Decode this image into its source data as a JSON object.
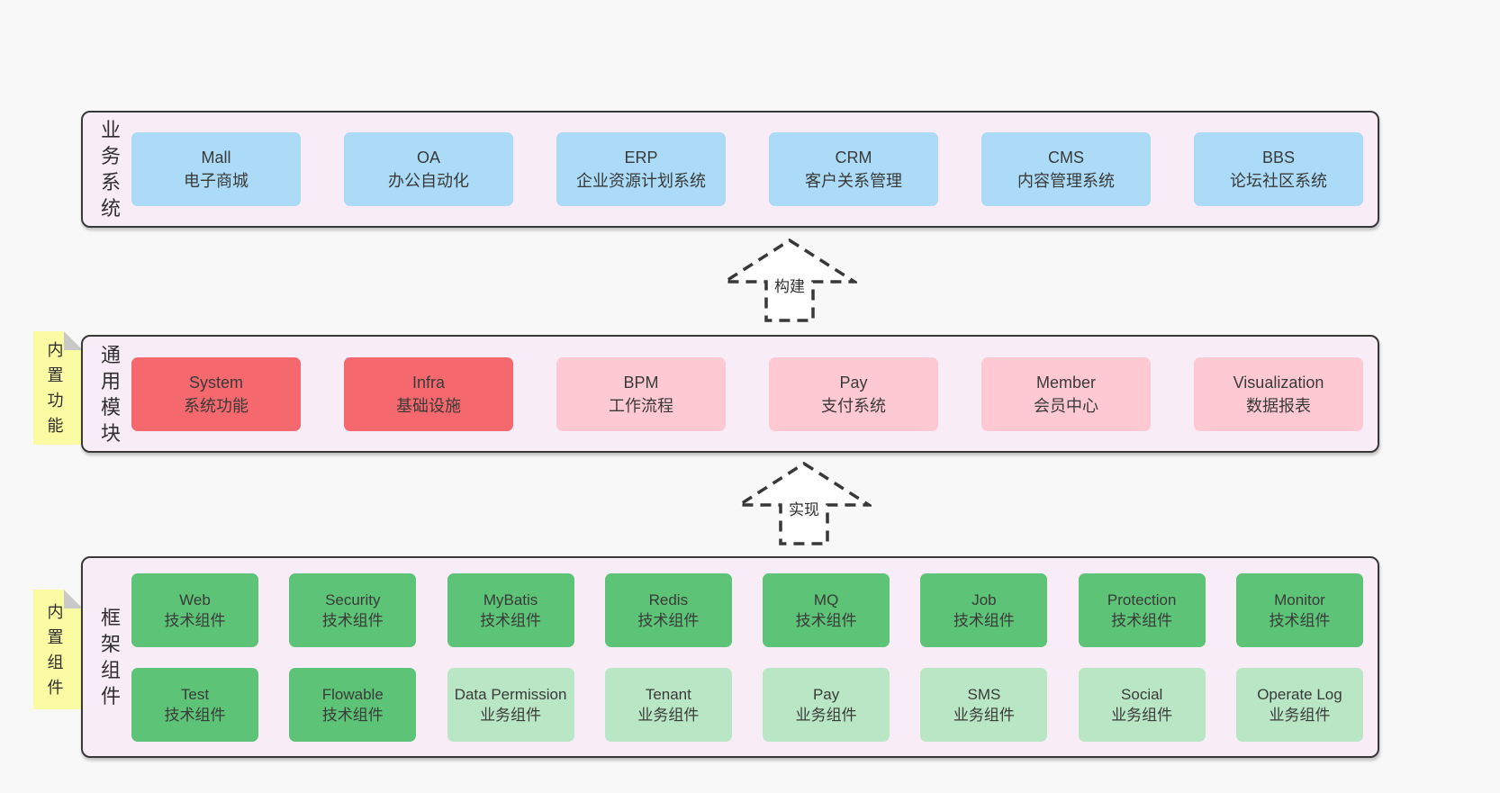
{
  "colors": {
    "bg": "#f8f8f8",
    "panel": "#f8ecf6",
    "line": "#383838",
    "text": "#3a3a3a",
    "blue": "#abdbf7",
    "red": "#f5696e",
    "pink": "#fec9d3",
    "green1": "#5cc377",
    "green2": "#b9e6c4",
    "yellow": "#fbfba3",
    "fold": "#c9c9c9"
  },
  "arrows": [
    {
      "label": "构建"
    },
    {
      "label": "实现"
    }
  ],
  "sections": [
    {
      "label": "业务系统",
      "boxes": [
        {
          "en": "Mall",
          "zh": "电子商城"
        },
        {
          "en": "OA",
          "zh": "办公自动化"
        },
        {
          "en": "ERP",
          "zh": "企业资源计划系统"
        },
        {
          "en": "CRM",
          "zh": "客户关系管理"
        },
        {
          "en": "CMS",
          "zh": "内容管理系统"
        },
        {
          "en": "BBS",
          "zh": "论坛社区系统"
        }
      ]
    },
    {
      "label": "通用模块",
      "note": "内置功能",
      "boxes": [
        {
          "en": "System",
          "zh": "系统功能"
        },
        {
          "en": "Infra",
          "zh": "基础设施"
        },
        {
          "en": "BPM",
          "zh": "工作流程"
        },
        {
          "en": "Pay",
          "zh": "支付系统"
        },
        {
          "en": "Member",
          "zh": "会员中心"
        },
        {
          "en": "Visualization",
          "zh": "数据报表"
        }
      ]
    },
    {
      "label": "框架组件",
      "note": "内置组件",
      "rows": [
        [
          {
            "en": "Web",
            "zh": "技术组件"
          },
          {
            "en": "Security",
            "zh": "技术组件"
          },
          {
            "en": "MyBatis",
            "zh": "技术组件"
          },
          {
            "en": "Redis",
            "zh": "技术组件"
          },
          {
            "en": "MQ",
            "zh": "技术组件"
          },
          {
            "en": "Job",
            "zh": "技术组件"
          },
          {
            "en": "Protection",
            "zh": "技术组件"
          },
          {
            "en": "Monitor",
            "zh": "技术组件"
          }
        ],
        [
          {
            "en": "Test",
            "zh": "技术组件"
          },
          {
            "en": "Flowable",
            "zh": "技术组件"
          },
          {
            "en": "Data Permission",
            "zh": "业务组件"
          },
          {
            "en": "Tenant",
            "zh": "业务组件"
          },
          {
            "en": "Pay",
            "zh": "业务组件"
          },
          {
            "en": "SMS",
            "zh": "业务组件"
          },
          {
            "en": "Social",
            "zh": "业务组件"
          },
          {
            "en": "Operate Log",
            "zh": "业务组件"
          }
        ]
      ]
    }
  ]
}
